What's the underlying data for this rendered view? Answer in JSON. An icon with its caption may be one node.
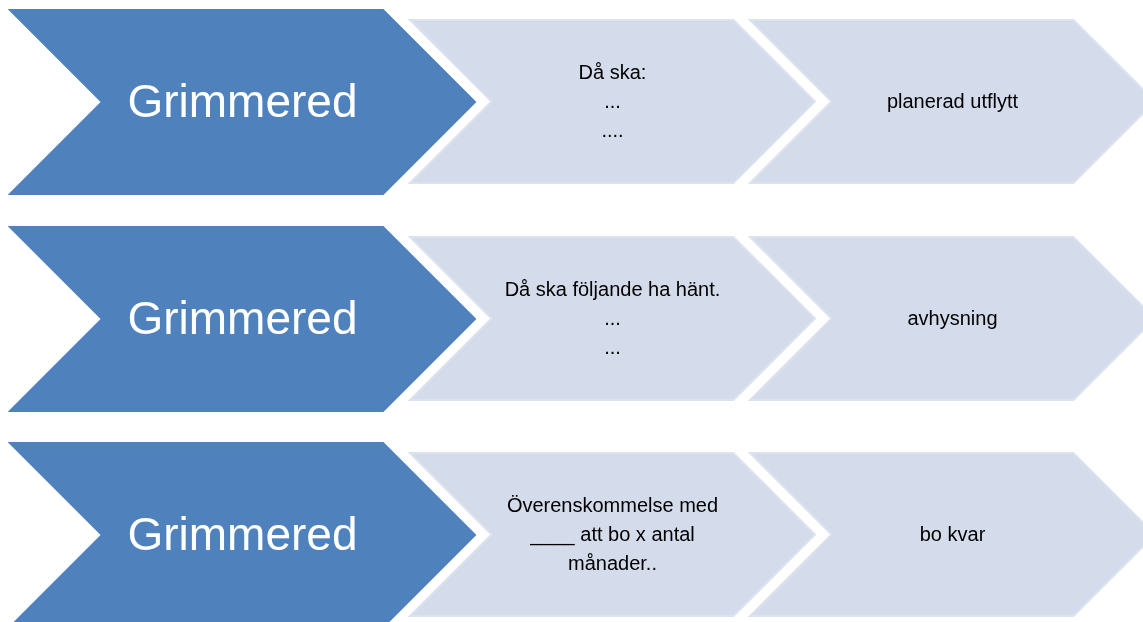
{
  "diagram": {
    "nodes": [
      {
        "text": [
          "Grimmered"
        ]
      },
      {
        "text": [
          "Då ska:",
          "...",
          "...."
        ]
      },
      {
        "text": [
          "planerad utflytt"
        ]
      },
      {
        "text": [
          "Grimmered"
        ]
      },
      {
        "text": [
          "Då ska följande ha hänt.",
          "...",
          "..."
        ]
      },
      {
        "text": [
          "avhysning"
        ]
      },
      {
        "text": [
          "Grimmered"
        ]
      },
      {
        "text": [
          "Överenskommelse med ____ att bo x antal månader.."
        ]
      },
      {
        "text": [
          "bo kvar"
        ]
      }
    ]
  }
}
